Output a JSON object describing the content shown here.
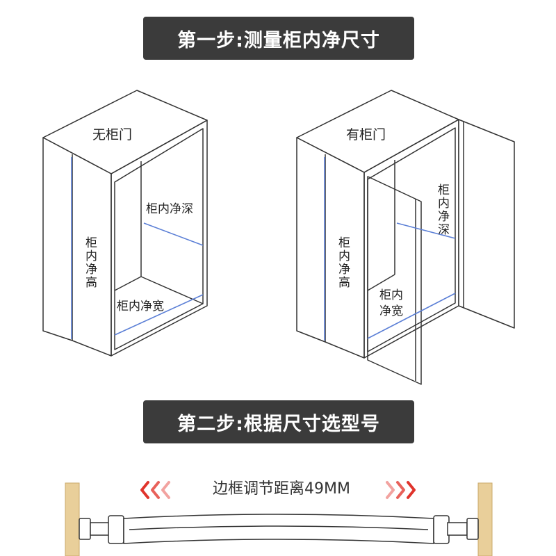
{
  "step1": {
    "title": "第一步:测量柜内净尺寸"
  },
  "step2": {
    "title": "第二步:根据尺寸选型号"
  },
  "cabinet_no_door": {
    "title": "无柜门",
    "height_label": "柜内净高",
    "depth_label": "柜内净深",
    "width_label": "柜内净宽"
  },
  "cabinet_with_door": {
    "title": "有柜门",
    "height_label": "柜内净高",
    "depth_label": "柜内净深",
    "width_label_line1": "柜内",
    "width_label_line2": "净宽"
  },
  "rod": {
    "caption": "边框调节距离49MM"
  },
  "colors": {
    "banner_bg": "#3b3b3b",
    "measure_line": "#5b7fd6",
    "arrow_red": "#e0342c",
    "arrow_pink": "#f2a3a0",
    "wood": "#e9cf9a"
  }
}
